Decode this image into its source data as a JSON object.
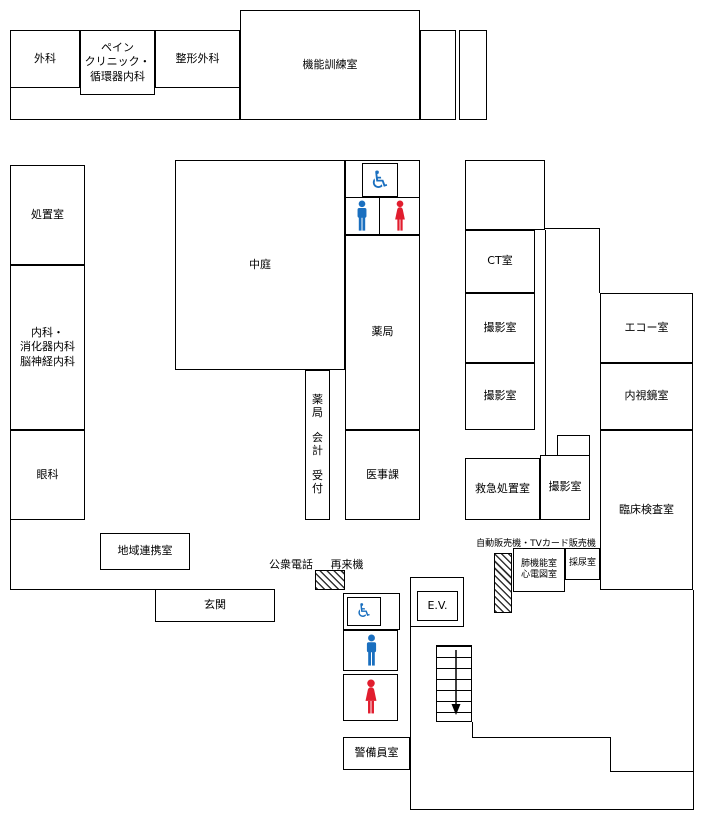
{
  "plan": {
    "rooms": {
      "geka": "外科",
      "pain": "ペイン\nクリニック・\n循環器内科",
      "seikei": "整形外科",
      "kinou": "機能訓練室",
      "shochi": "処置室",
      "naika": "内科・\n消化器内科\n脳神経内科",
      "ganka": "眼科",
      "chiiki": "地域連携室",
      "genkan": "玄関",
      "nakaniwa": "中庭",
      "yakkyoku": "薬局",
      "counter": "薬\n局\n\n会\n計\n\n受\n付",
      "ijika": "医事課",
      "ct": "CT室",
      "satsuei_a": "撮影室",
      "satsuei_b": "撮影室",
      "satsuei_c": "撮影室",
      "echo": "エコー室",
      "naishikyo": "内視鏡室",
      "rinsho": "臨床検査室",
      "kyukyu": "救急処置室",
      "haikinou": "肺機能室\n心電図室",
      "sainyo": "採尿室",
      "keibi": "警備員室",
      "ev": "E.V."
    },
    "labels": {
      "koshu_denwa": "公衆電話",
      "sairaiki": "再来機",
      "jihanki": "自動販売機・TVカード販売機"
    },
    "icons": {
      "wheelchair_glyph": "♿"
    },
    "colors": {
      "wall": "#000000",
      "male": "#1a6fbf",
      "female": "#e11d2e",
      "wheelchair": "#1a6fbf"
    }
  }
}
